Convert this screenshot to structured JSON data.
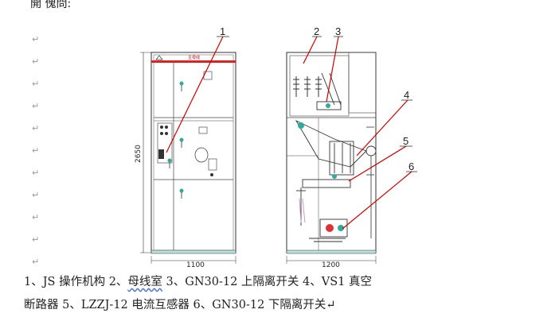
{
  "top_text": "開 傀問:",
  "paragraph_mark": "↵",
  "drawing": {
    "front_width": "1100",
    "side_width": "1200",
    "height": "2650",
    "panel_label": "主母线",
    "callouts": [
      "1",
      "2",
      "3",
      "4",
      "5",
      "6"
    ]
  },
  "caption": {
    "line1_a": "1、JS 操作机构  2、",
    "line1_u": "母线室",
    "line1_b": "  3、GN30-12 上隔离开关  4、VS1 真空",
    "line2": "断路器  5、LZZJ-12 电流互感器    6、GN30-12 下隔离开关↵"
  }
}
